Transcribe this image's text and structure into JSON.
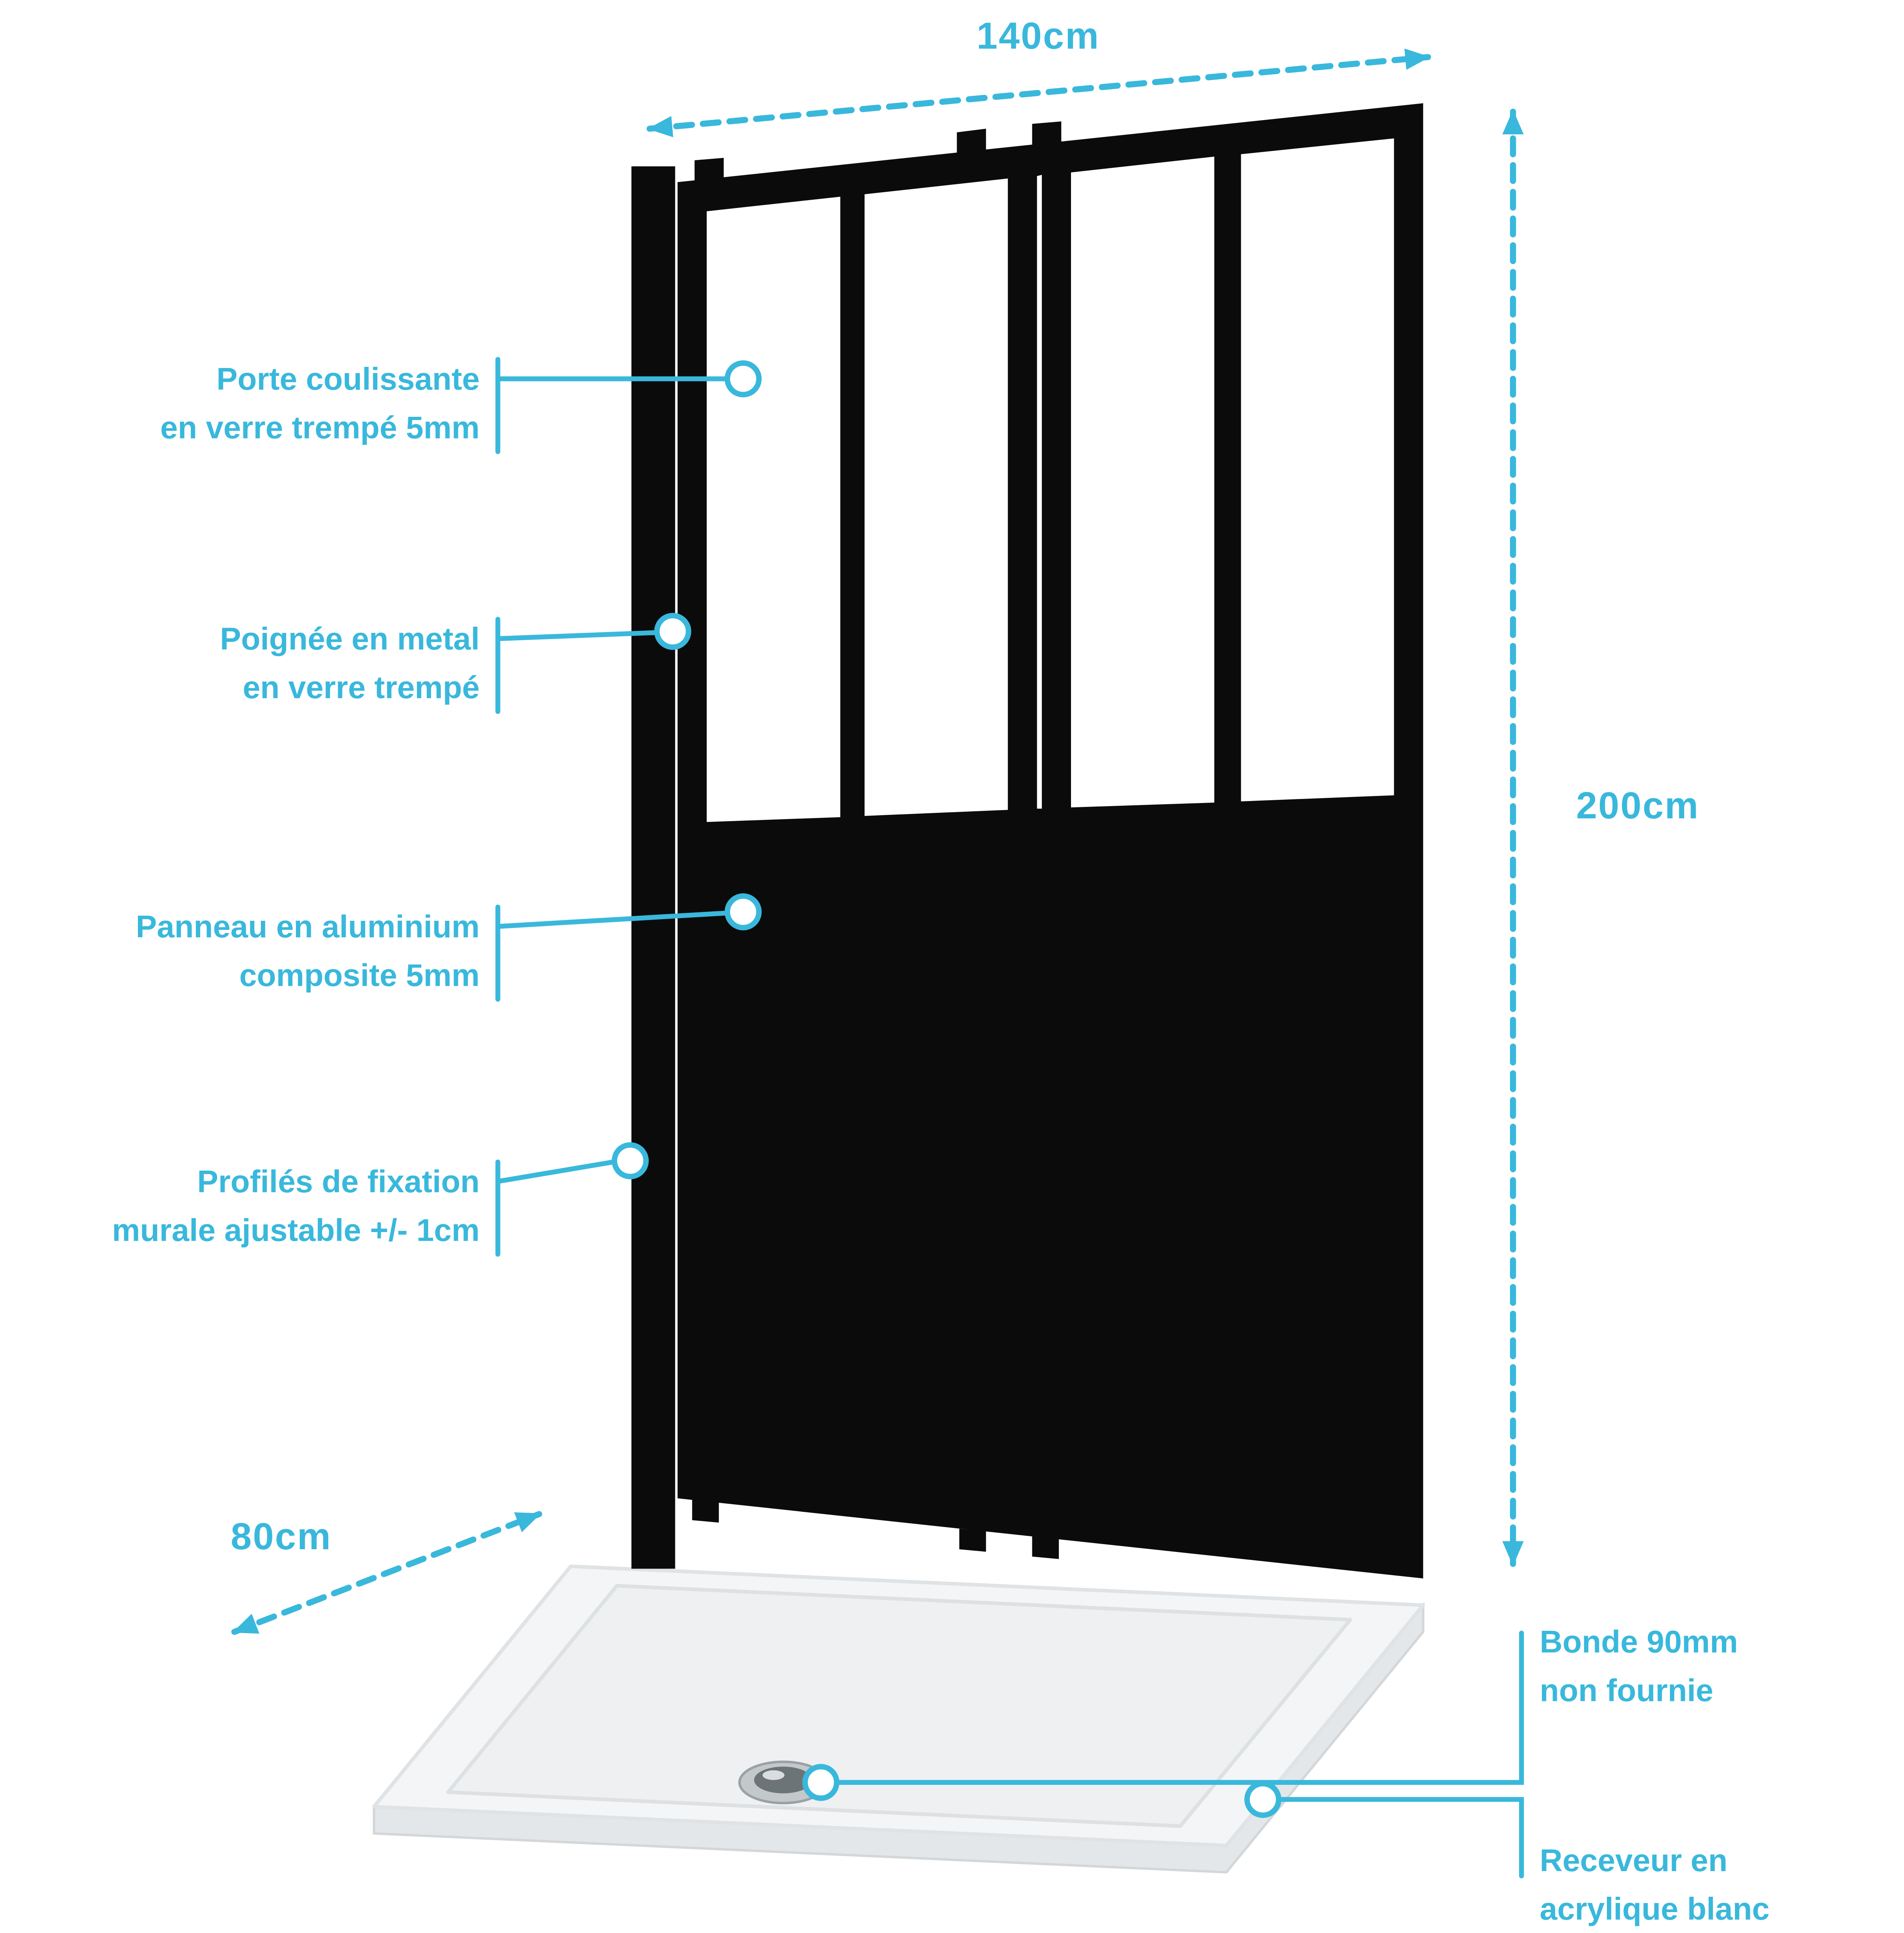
{
  "colors": {
    "accent": "#39b8dc",
    "frame_black": "#0b0b0b",
    "tray_white": "#f4f5f6"
  },
  "dimensions": {
    "width": "140cm",
    "height": "200cm",
    "depth": "80cm"
  },
  "callouts": {
    "left": [
      {
        "id": "porte",
        "lines": [
          "Porte coulissante",
          "en verre trempé 5mm"
        ]
      },
      {
        "id": "poignee",
        "lines": [
          "Poignée en metal",
          "en verre trempé"
        ]
      },
      {
        "id": "panneau",
        "lines": [
          "Panneau en aluminium",
          "composite 5mm"
        ]
      },
      {
        "id": "profiles",
        "lines": [
          "Profilés de fixation",
          "murale ajustable +/- 1cm"
        ]
      }
    ],
    "right": [
      {
        "id": "bonde",
        "lines": [
          "Bonde 90mm",
          "non fournie"
        ]
      },
      {
        "id": "receveur",
        "lines": [
          "Receveur en",
          "acrylique blanc"
        ]
      }
    ]
  }
}
